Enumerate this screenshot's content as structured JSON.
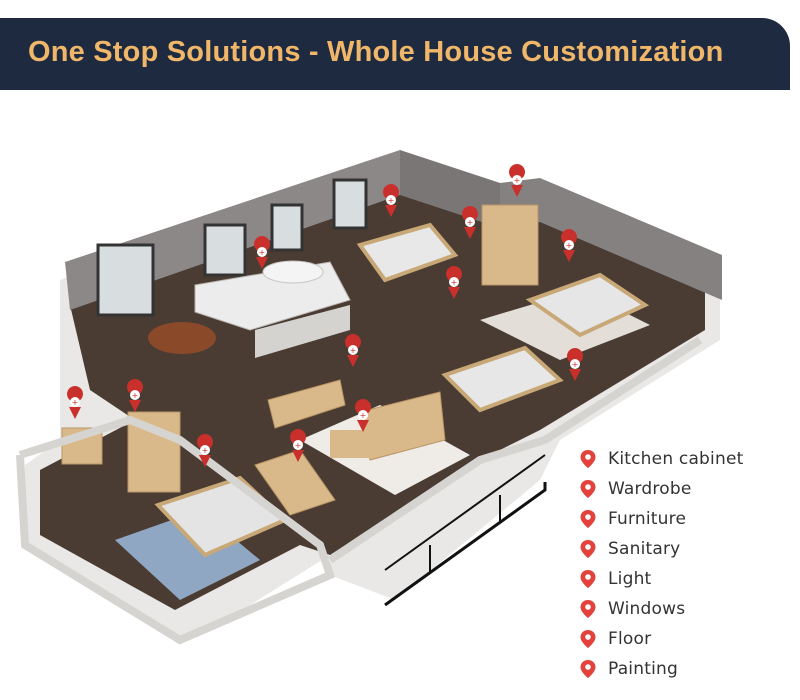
{
  "header": {
    "title": "One Stop Solutions - Whole House Customization"
  },
  "colors": {
    "banner_bg": "#1e2a3f",
    "title_text": "#f0b66a",
    "pin_red": "#e2423b",
    "wall_gray": "#8e8a8a",
    "floor_dark": "#4a3c33",
    "wood": "#d9b98a"
  },
  "legend": {
    "items": [
      {
        "label": "Kitchen cabinet",
        "icon": "location-pin-icon"
      },
      {
        "label": "Wardrobe",
        "icon": "location-pin-icon"
      },
      {
        "label": "Furniture",
        "icon": "location-pin-icon"
      },
      {
        "label": "Sanitary",
        "icon": "location-pin-icon"
      },
      {
        "label": "Light",
        "icon": "location-pin-icon"
      },
      {
        "label": "Windows",
        "icon": "location-pin-icon"
      },
      {
        "label": "Floor",
        "icon": "location-pin-icon"
      },
      {
        "label": "Painting",
        "icon": "location-pin-icon"
      }
    ]
  }
}
